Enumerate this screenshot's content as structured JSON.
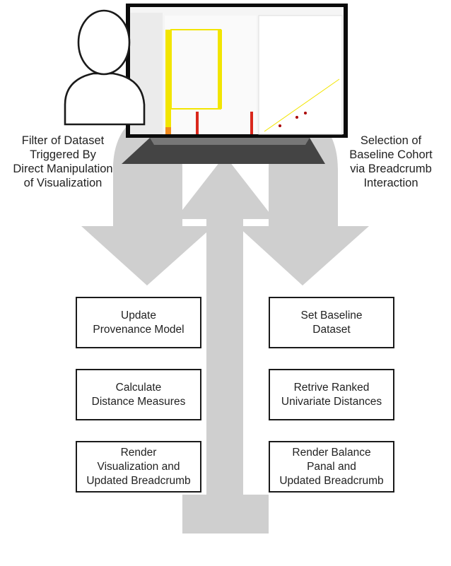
{
  "left_label": "Filter of Dataset\nTriggered By\nDirect Manipulation\nof Visualization",
  "right_label": "Selection of\nBaseline Cohort\nvia Breadcrumb\nInteraction",
  "left_steps": [
    {
      "label": "Update\nProvenance Model"
    },
    {
      "label": "Calculate\nDistance Measures"
    },
    {
      "label": "Render\nVisualization and\nUpdated Breadcrumb"
    }
  ],
  "right_steps": [
    {
      "label": "Set Baseline\nDataset"
    },
    {
      "label": "Retrive Ranked\nUnivariate Distances"
    },
    {
      "label": "Render Balance\nPanal and\nUpdated Breadcrumb"
    }
  ],
  "colors": {
    "arrow": "#cfcfcf",
    "accent_yellow": "#f2e500",
    "accent_red": "#d9271c",
    "accent_orange": "#f08a1c"
  }
}
